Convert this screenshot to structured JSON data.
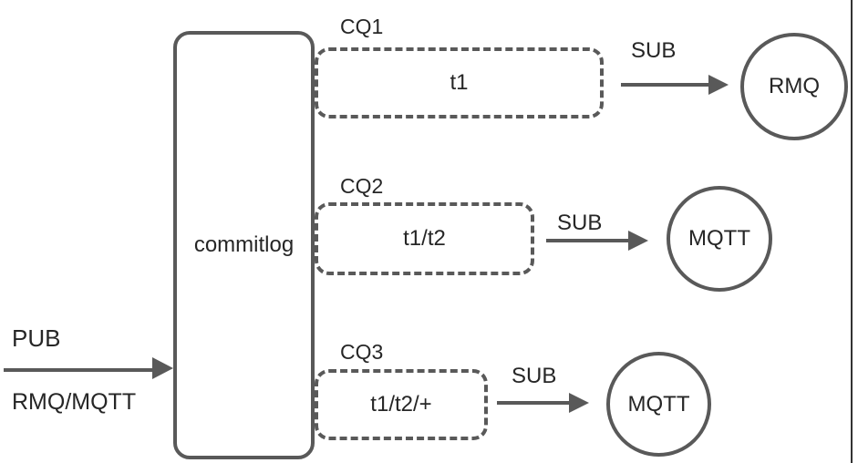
{
  "diagram": {
    "commitlog_label": "commitlog",
    "publisher": {
      "pub_label": "PUB",
      "protocols_label": "RMQ/MQTT"
    },
    "rows": [
      {
        "queue_label": "CQ1",
        "topic": "t1",
        "sub_label": "SUB",
        "consumer": "RMQ"
      },
      {
        "queue_label": "CQ2",
        "topic": "t1/t2",
        "sub_label": "SUB",
        "consumer": "MQTT"
      },
      {
        "queue_label": "CQ3",
        "topic": "t1/t2/+",
        "sub_label": "SUB",
        "consumer": "MQTT"
      }
    ],
    "colors": {
      "stroke": "#595959",
      "text": "#262626",
      "edge_line": "#333333"
    }
  }
}
